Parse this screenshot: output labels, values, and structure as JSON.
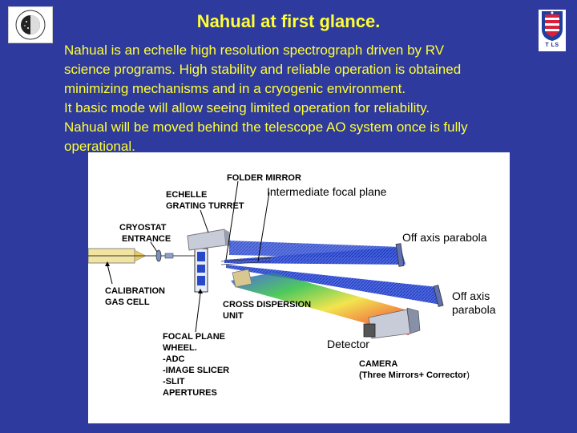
{
  "header": {
    "title": "Nahual at first glance.",
    "lines": [
      " Nahual is an echelle high resolution spectrograph driven by RV",
      "science programs. High stability and reliable operation is obtained",
      "minimizing mechanisms and in a cryogenic environment.",
      " It basic mode will allow seeing limited operation for reliability.",
      "Nahual will be moved behind the telescope AO system once is fully",
      " operational."
    ]
  },
  "logos": {
    "right_text": "T LS"
  },
  "diagram": {
    "labels": {
      "folder_mirror": "FOLDER MIRROR",
      "intermediate_focal_plane": "Intermediate focal plane",
      "echelle_1": "ECHELLE",
      "echelle_2": "GRATING TURRET",
      "cryostat_1": "CRYOSTAT",
      "cryostat_2": " ENTRANCE",
      "off_axis_parabola_1": "Off axis parabola",
      "calibration_1": "CALIBRATION",
      "calibration_2": "GAS CELL",
      "cross_dispersion_1": "CROSS DISPERSION",
      "cross_dispersion_2": "UNIT",
      "off_axis_2a": "Off axis",
      "off_axis_2b": "parabola",
      "detector": "Detector",
      "focal_plane_1": "FOCAL PLANE",
      "focal_plane_2": "WHEEL.",
      "focal_plane_3": "-ADC",
      "focal_plane_4": "-IMAGE SLICER",
      "focal_plane_5": "-SLIT",
      "focal_plane_6": "APERTURES",
      "camera_1": "CAMERA",
      "camera_2a": "(Three Mirrors+ Corrector",
      "camera_2b": ")"
    },
    "colors": {
      "beam_blue": "#1a3cd6",
      "gas_cell": "#f2e4a0",
      "panel_bg": "#ffffff"
    }
  }
}
